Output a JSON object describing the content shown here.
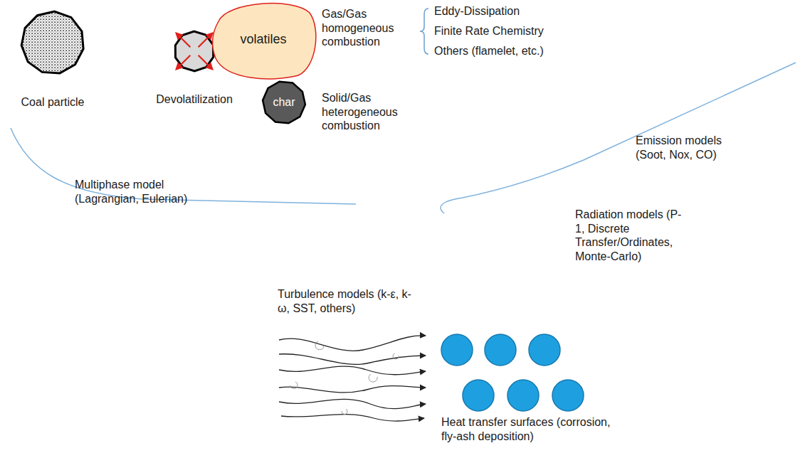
{
  "diagram": {
    "nodes": [
      {
        "text": [
          "Coal particle"
        ]
      },
      {
        "text": [
          "Devolatilization"
        ]
      },
      {
        "text": [
          "volatiles"
        ]
      },
      {
        "text": [
          "char"
        ]
      }
    ],
    "labels": [
      "Gas/Gas homogeneous combustion",
      "Eddy-Dissipation",
      "Finite Rate Chemistry",
      "Others (flamelet, etc.)",
      "Solid/Gas heterogeneous combustion",
      "Emission models (Soot, Nox, CO)",
      "Multiphase model (Lagrangian, Eulerian)",
      "Radiation models (P-1, Discrete Transfer/Ordinates, Monte-Carlo)",
      "Turbulence models (k-ε, k-ω, SST, others)",
      "Heat transfer surfaces (corrosion, fly-ash deposition)"
    ]
  }
}
